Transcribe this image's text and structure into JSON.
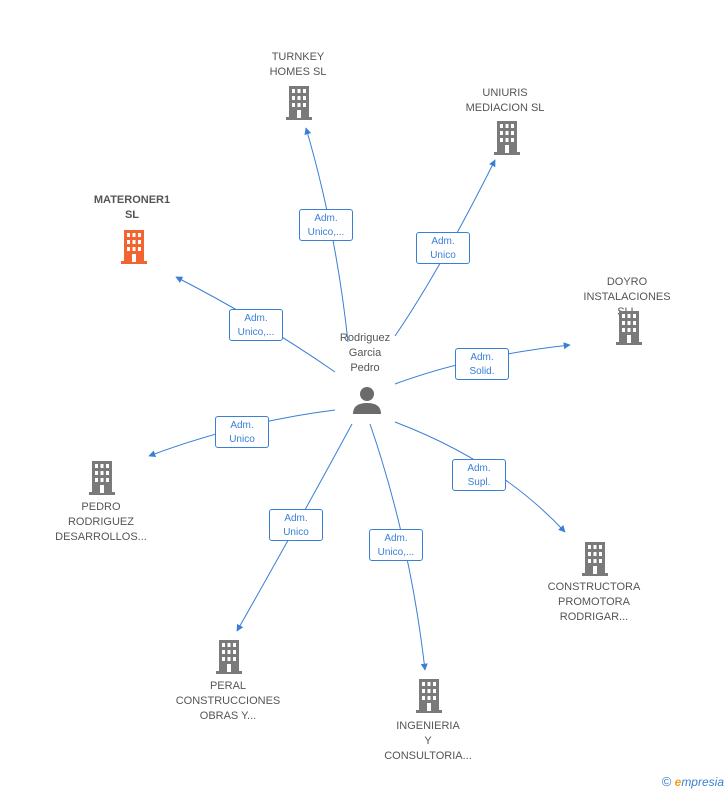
{
  "center": {
    "name": "Rodriguez\nGarcia\nPedro",
    "icon": "person-icon"
  },
  "companies": [
    {
      "id": "turnkey",
      "name": "TURNKEY\nHOMES  SL",
      "highlight": false
    },
    {
      "id": "uniuris",
      "name": "UNIURIS\nMEDIACION  SL",
      "highlight": false
    },
    {
      "id": "materoner",
      "name": "MATERONER1\nSL",
      "highlight": true
    },
    {
      "id": "doyro",
      "name": "DOYRO\nINSTALACIONES SLL",
      "highlight": false
    },
    {
      "id": "pedro",
      "name": "PEDRO\nRODRIGUEZ\nDESARROLLOS...",
      "highlight": false
    },
    {
      "id": "constructora",
      "name": "CONSTRUCTORA\nPROMOTORA\nRODRIGAR...",
      "highlight": false
    },
    {
      "id": "peral",
      "name": "PERAL\nCONSTRUCCIONES\nOBRAS Y...",
      "highlight": false
    },
    {
      "id": "ingenieria",
      "name": "INGENIERIA\nY\nCONSULTORIA...",
      "highlight": false
    }
  ],
  "relations": [
    {
      "target": "turnkey",
      "label": "Adm.\nUnico,..."
    },
    {
      "target": "uniuris",
      "label": "Adm.\nUnico"
    },
    {
      "target": "materoner",
      "label": "Adm.\nUnico,..."
    },
    {
      "target": "doyro",
      "label": "Adm.\nSolid."
    },
    {
      "target": "pedro",
      "label": "Adm.\nUnico"
    },
    {
      "target": "constructora",
      "label": "Adm.\nSupl."
    },
    {
      "target": "peral",
      "label": "Adm.\nUnico"
    },
    {
      "target": "ingenieria",
      "label": "Adm.\nUnico,..."
    }
  ],
  "colors": {
    "edge": "#3a7fd6",
    "building": "#7a7a7a",
    "highlight_building": "#f26531",
    "person": "#6b6b6b"
  },
  "footer": {
    "copyright": "©",
    "brand_initial": "e",
    "brand_rest": "mpresia"
  }
}
